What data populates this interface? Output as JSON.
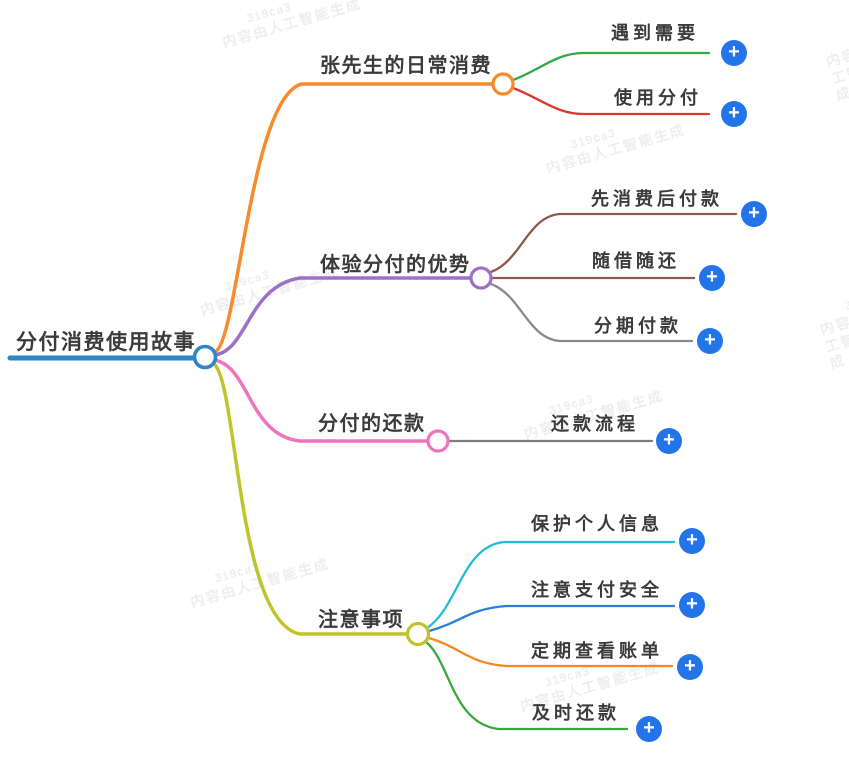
{
  "canvas": {
    "background": "#ffffff"
  },
  "watermark": {
    "code": "319ca3",
    "text": "内容由人工智能生成"
  },
  "plus_button": {
    "symbol": "+",
    "color": "#2374e8"
  },
  "root": {
    "label": "分付消费使用故事",
    "color": "#2e86c4"
  },
  "branches": [
    {
      "label": "张先生的日常消费",
      "color": "#f98a2b",
      "children": [
        {
          "label": "遇到需要",
          "color": "#2faa46"
        },
        {
          "label": "使用分付",
          "color": "#dc382f"
        }
      ]
    },
    {
      "label": "体验分付的优势",
      "color": "#9d72c6",
      "children": [
        {
          "label": "先消费后付款",
          "color": "#8e5a4e"
        },
        {
          "label": "随借随还",
          "color": "#8e5a4e"
        },
        {
          "label": "分期付款",
          "color": "#8a8a8a"
        }
      ]
    },
    {
      "label": "分付的还款",
      "color": "#f073c0",
      "children": [
        {
          "label": "还款流程",
          "color": "#7d7d7d"
        }
      ]
    },
    {
      "label": "注意事项",
      "color": "#bfc42a",
      "children": [
        {
          "label": "保护个人信息",
          "color": "#1fbdda"
        },
        {
          "label": "注意支付安全",
          "color": "#2e7fd4"
        },
        {
          "label": "定期查看账单",
          "color": "#f9851d"
        },
        {
          "label": "及时还款",
          "color": "#36a83c"
        }
      ]
    }
  ]
}
